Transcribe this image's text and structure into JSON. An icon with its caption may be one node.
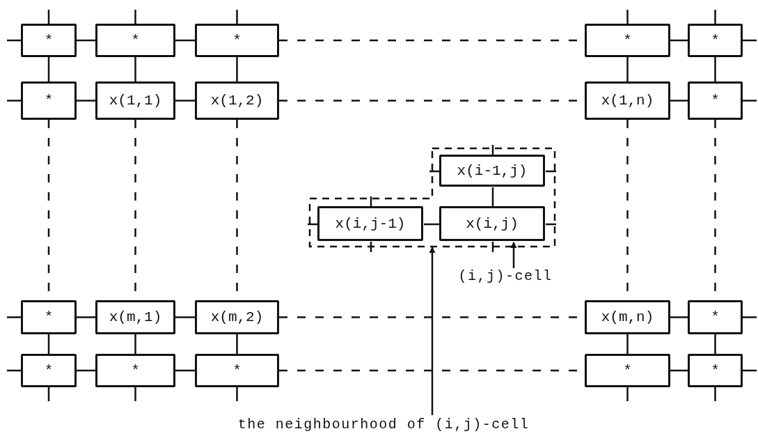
{
  "diagram": {
    "nodes": [
      {
        "text": [
          "*"
        ]
      },
      {
        "text": [
          "*"
        ]
      },
      {
        "text": [
          "*"
        ]
      },
      {
        "text": [
          "*"
        ]
      },
      {
        "text": [
          "*"
        ]
      },
      {
        "text": [
          "*"
        ]
      },
      {
        "text": [
          "x(1,1)"
        ]
      },
      {
        "text": [
          "x(1,2)"
        ]
      },
      {
        "text": [
          "x(1,n)"
        ]
      },
      {
        "text": [
          "*"
        ]
      },
      {
        "text": [],
        "shape": "box"
      },
      {
        "text": [
          "x(i-1,j)"
        ],
        "in": 10
      },
      {
        "text": [
          "x(i,j-1)"
        ],
        "in": 10
      },
      {
        "text": [
          "x(i,j)"
        ],
        "in": 10
      },
      {
        "text": [
          "(i,j)-cell"
        ]
      },
      {
        "text": [
          "*"
        ]
      },
      {
        "text": [
          "x(m,1)"
        ]
      },
      {
        "text": [
          "x(m,2)"
        ]
      },
      {
        "text": [
          "x(m,n)"
        ]
      },
      {
        "text": [
          "*"
        ]
      },
      {
        "text": [
          "*"
        ]
      },
      {
        "text": [
          "*"
        ]
      },
      {
        "text": [
          "*"
        ]
      },
      {
        "text": [
          "*"
        ]
      },
      {
        "text": [
          "*"
        ]
      },
      {
        "text": [
          "the neighbourhood of (i,j)-cell"
        ]
      }
    ],
    "edges": [
      {
        "from": 0,
        "to": 1,
        "arrow": "none"
      },
      {
        "from": 1,
        "to": 2,
        "arrow": "none"
      },
      {
        "from": 2,
        "to": 3,
        "arrow": "none",
        "style": "dashed"
      },
      {
        "from": 3,
        "to": 4,
        "arrow": "none"
      },
      {
        "from": 5,
        "to": 6,
        "arrow": "none"
      },
      {
        "from": 6,
        "to": 7,
        "arrow": "none"
      },
      {
        "from": 7,
        "to": 8,
        "arrow": "none",
        "style": "dashed"
      },
      {
        "from": 8,
        "to": 9,
        "arrow": "none"
      },
      {
        "from": 15,
        "to": 16,
        "arrow": "none"
      },
      {
        "from": 16,
        "to": 17,
        "arrow": "none"
      },
      {
        "from": 17,
        "to": 18,
        "arrow": "none",
        "style": "dashed"
      },
      {
        "from": 18,
        "to": 19,
        "arrow": "none"
      },
      {
        "from": 20,
        "to": 21,
        "arrow": "none"
      },
      {
        "from": 21,
        "to": 22,
        "arrow": "none"
      },
      {
        "from": 22,
        "to": 23,
        "arrow": "none",
        "style": "dashed"
      },
      {
        "from": 23,
        "to": 24,
        "arrow": "none"
      },
      {
        "from": 0,
        "to": 5,
        "arrow": "none"
      },
      {
        "from": 5,
        "to": 15,
        "arrow": "none",
        "style": "dashed"
      },
      {
        "from": 15,
        "to": 20,
        "arrow": "none"
      },
      {
        "from": 1,
        "to": 6,
        "arrow": "none"
      },
      {
        "from": 6,
        "to": 16,
        "arrow": "none",
        "style": "dashed"
      },
      {
        "from": 16,
        "to": 21,
        "arrow": "none"
      },
      {
        "from": 2,
        "to": 7,
        "arrow": "none"
      },
      {
        "from": 7,
        "to": 17,
        "arrow": "none",
        "style": "dashed"
      },
      {
        "from": 17,
        "to": 22,
        "arrow": "none"
      },
      {
        "from": 3,
        "to": 8,
        "arrow": "none"
      },
      {
        "from": 8,
        "to": 18,
        "arrow": "none",
        "style": "dashed"
      },
      {
        "from": 18,
        "to": 23,
        "arrow": "none"
      },
      {
        "from": 4,
        "to": 9,
        "arrow": "none"
      },
      {
        "from": 9,
        "to": 19,
        "arrow": "none",
        "style": "dashed"
      },
      {
        "from": 19,
        "to": 24,
        "arrow": "none"
      },
      {
        "from": 12,
        "to": 13,
        "arrow": "none"
      },
      {
        "from": 11,
        "to": 13,
        "arrow": "none"
      },
      {
        "from": 14,
        "to": 13,
        "arrow": "to"
      },
      {
        "from": 25,
        "to": 10,
        "arrow": "to"
      },
      {
        "from": 0,
        "to": null,
        "arrow": "none"
      },
      {
        "from": 1,
        "to": null,
        "arrow": "none"
      },
      {
        "from": 2,
        "to": null,
        "arrow": "none"
      },
      {
        "from": 3,
        "to": null,
        "arrow": "none"
      },
      {
        "from": 4,
        "to": null,
        "arrow": "none"
      },
      {
        "from": 20,
        "to": null,
        "arrow": "none"
      },
      {
        "from": 21,
        "to": null,
        "arrow": "none"
      },
      {
        "from": 22,
        "to": null,
        "arrow": "none"
      },
      {
        "from": 23,
        "to": null,
        "arrow": "none"
      },
      {
        "from": 24,
        "to": null,
        "arrow": "none"
      },
      {
        "from": 0,
        "to": null,
        "arrow": "none"
      },
      {
        "from": 5,
        "to": null,
        "arrow": "none"
      },
      {
        "from": 15,
        "to": null,
        "arrow": "none"
      },
      {
        "from": 20,
        "to": null,
        "arrow": "none"
      },
      {
        "from": 4,
        "to": null,
        "arrow": "none"
      },
      {
        "from": 9,
        "to": null,
        "arrow": "none"
      },
      {
        "from": 19,
        "to": null,
        "arrow": "none"
      },
      {
        "from": 24,
        "to": null,
        "arrow": "none"
      },
      {
        "from": 11,
        "to": null,
        "arrow": "none"
      },
      {
        "from": 11,
        "to": null,
        "arrow": "none"
      },
      {
        "from": 11,
        "to": null,
        "arrow": "none"
      },
      {
        "from": 12,
        "to": null,
        "arrow": "none"
      },
      {
        "from": 12,
        "to": null,
        "arrow": "none"
      },
      {
        "from": 12,
        "to": null,
        "arrow": "none"
      },
      {
        "from": 13,
        "to": null,
        "arrow": "none"
      },
      {
        "from": 13,
        "to": null,
        "arrow": "none"
      }
    ]
  }
}
